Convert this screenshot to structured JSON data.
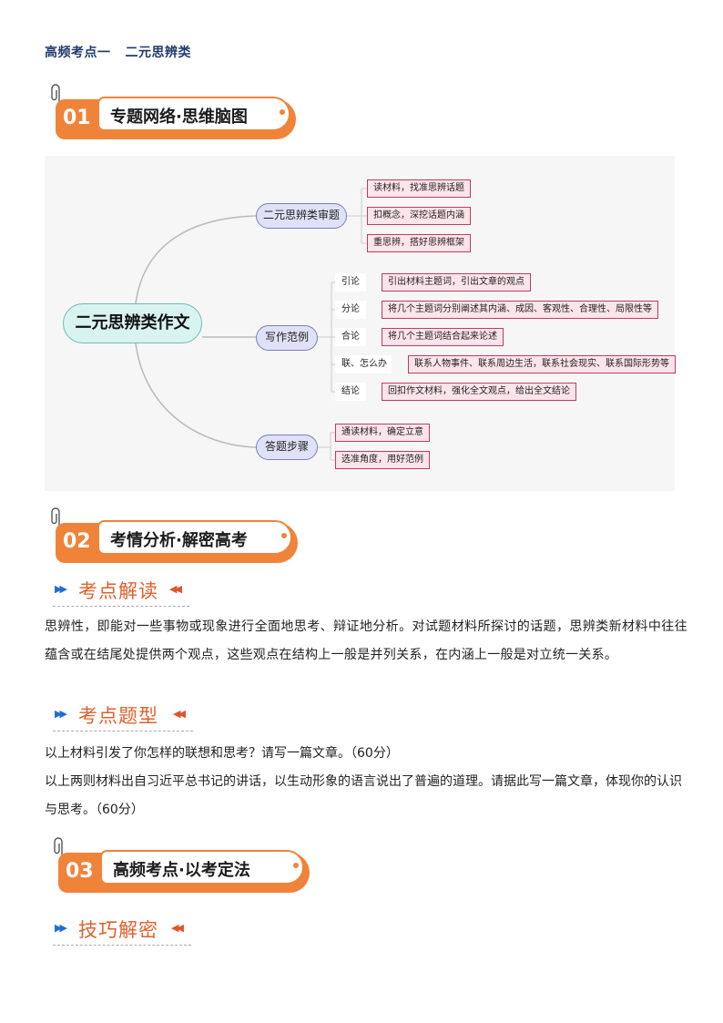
{
  "doc": {
    "title_a": "高频考点一",
    "title_b": "二元思辨类"
  },
  "sections": [
    {
      "num": "01",
      "label": "专题网络·思维脑图"
    },
    {
      "num": "02",
      "label": "考情分析·解密高考"
    },
    {
      "num": "03",
      "label": "高频考点·以考定法"
    }
  ],
  "mindmap": {
    "root": "二元思辨类作文",
    "branches": [
      {
        "label": "二元思辨类审题",
        "leaves": [
          "读材料，找准思辨话题",
          "扣概念，深挖话题内涵",
          "重思辨，搭好思辨框架"
        ]
      },
      {
        "label": "写作范例",
        "rows": [
          {
            "key": "引论",
            "desc": "引出材料主题词，引出文章的观点"
          },
          {
            "key": "分论",
            "desc": "将几个主题词分别阐述其内涵、成因、客观性、合理性、局限性等"
          },
          {
            "key": "合论",
            "desc": "将几个主题词结合起来论述"
          },
          {
            "key": "联、怎么办",
            "desc": "联系人物事件、联系周边生活，联系社会现实、联系国际形势等"
          },
          {
            "key": "结论",
            "desc": "回扣作文材料，强化全文观点，给出全文结论"
          }
        ]
      },
      {
        "label": "答题步骤",
        "leaves": [
          "通读材料，确定立意",
          "选准角度，用好范例"
        ]
      }
    ]
  },
  "subheads": [
    "考点解读",
    "考点题型",
    "技巧解密"
  ],
  "interpretation": "思辨性，即能对一些事物或现象进行全面地思考、辩证地分析。对试题材料所探讨的话题，思辨类新材料中往往蕴含或在结尾处提供两个观点，这些观点在结构上一般是并列关系，在内涵上一般是对立统一关系。",
  "question_types": [
    "以上材料引发了你怎样的联想和思考？请写一篇文章。（60分）",
    "以上两则材料出自习近平总书记的讲话，以生动形象的语言说出了普遍的道理。请据此写一篇文章，体现你的认识与思考。（60分）"
  ],
  "colors": {
    "accent": "#f0833a",
    "title": "#1f3c6e",
    "subhead": "#e0602d"
  }
}
